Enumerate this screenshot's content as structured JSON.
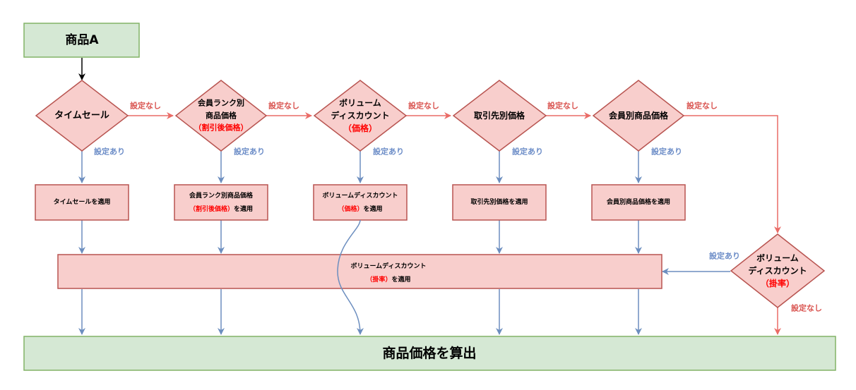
{
  "colors": {
    "green_fill": "#d5e8d4",
    "green_stroke": "#82b366",
    "pink_fill": "#f8cecc",
    "pink_stroke": "#b85450",
    "red_arrow": "#ea6b66",
    "blue_arrow": "#6c8ebf",
    "highlight_red": "#ff0000"
  },
  "start": {
    "label": "商品A"
  },
  "end": {
    "label": "商品価格を算出"
  },
  "decisions": [
    {
      "lines": [
        "タイムセール"
      ]
    },
    {
      "lines": [
        "会員ランク別",
        "商品価格"
      ],
      "highlight": "（割引後価格）"
    },
    {
      "lines": [
        "ボリューム",
        "ディスカウント"
      ],
      "highlight": "（価格）"
    },
    {
      "lines": [
        "取引先別価格"
      ]
    },
    {
      "lines": [
        "会員別商品価格"
      ]
    },
    {
      "lines": [
        "ボリューム",
        "ディスカウント"
      ],
      "highlight": "（掛率）"
    }
  ],
  "actions": [
    {
      "line1": "タイムセールを適用"
    },
    {
      "line1": "会員ランク別商品価格",
      "highlight": "（割引後価格）",
      "suffix": "を適用"
    },
    {
      "line1": "ボリュームディスカウント",
      "highlight": "（価格）",
      "suffix": "を適用"
    },
    {
      "line1": "取引先別価格を適用"
    },
    {
      "line1": "会員別商品価格を適用"
    }
  ],
  "wide_action": {
    "line1": "ボリュームディスカウント",
    "highlight": "（掛率）",
    "suffix": "を適用"
  },
  "edge_labels": {
    "no_setting": "設定なし",
    "has_setting": "設定あり"
  }
}
